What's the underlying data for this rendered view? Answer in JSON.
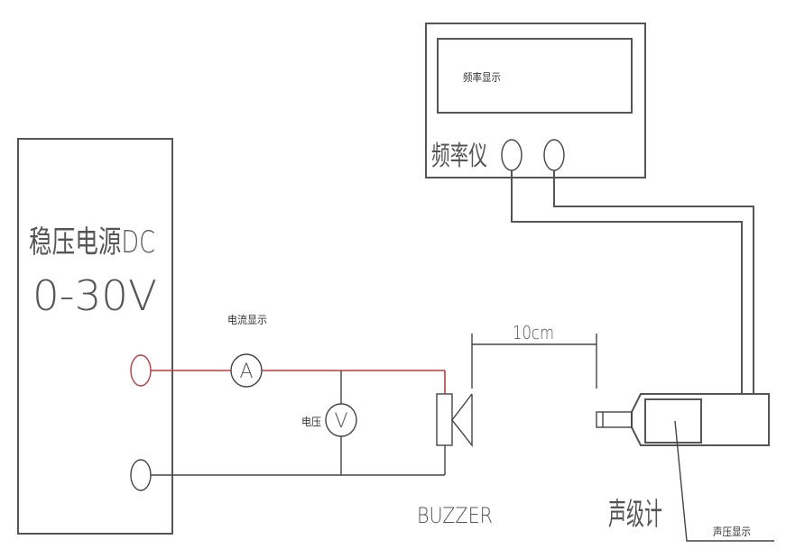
{
  "diagram": {
    "title": "Buzzer sound-pressure test setup",
    "power_supply": {
      "label_line1": "稳压电源DC",
      "label_line2": "0-30V"
    },
    "ammeter": {
      "symbol": "A",
      "label": "电流显示"
    },
    "voltmeter": {
      "symbol": "V",
      "label": "电压"
    },
    "buzzer": {
      "label": "BUZZER"
    },
    "distance": {
      "label": "10cm"
    },
    "frequency_meter": {
      "label": "频率仪",
      "display_label": "频率显示"
    },
    "sound_level_meter": {
      "label": "声级计",
      "display_label": "声压显示"
    },
    "colors": {
      "positive_wire": "#c0393b",
      "wire": "#555555"
    }
  }
}
